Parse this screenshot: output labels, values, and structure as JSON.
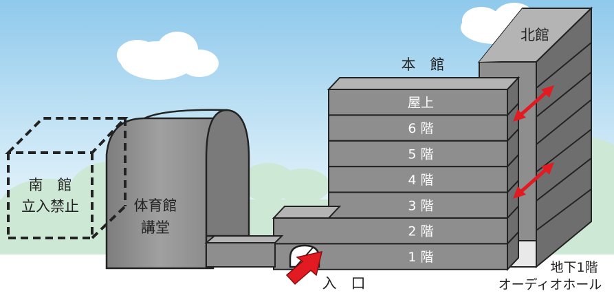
{
  "buildings": {
    "north": {
      "name": "北館"
    },
    "main": {
      "name": "本　館",
      "floors": [
        {
          "label": "屋上"
        },
        {
          "label": "6 階"
        },
        {
          "label": "5 階"
        },
        {
          "label": "4 階"
        },
        {
          "label": "3 階"
        },
        {
          "label": "2 階"
        },
        {
          "label": "1 階"
        }
      ]
    },
    "gym": {
      "line1": "体育館",
      "line2": "講堂"
    },
    "south": {
      "line1": "南　館",
      "line2": "立入禁止"
    },
    "basement": {
      "line1": "地下1階",
      "line2": "オーディオホール"
    }
  },
  "entrance": {
    "label": "入　口"
  },
  "colors": {
    "sky": "#bfe0f3",
    "building_face": "#8e8e8e",
    "building_top": "#b4b4b4",
    "building_side": "#6e6e6e",
    "arrow": "#e21b22"
  }
}
